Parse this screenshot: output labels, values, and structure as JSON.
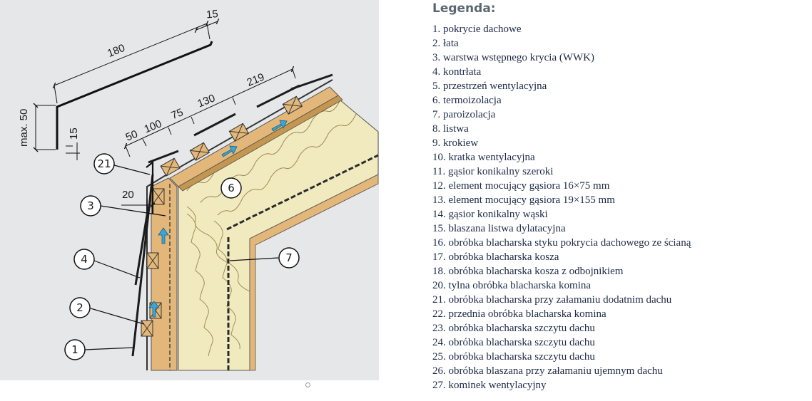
{
  "legend": {
    "title": "Legenda:",
    "items": [
      "1. pokrycie dachowe",
      "2. łata",
      "3. warstwa wstępnego krycia (WWK)",
      "4. kontrłata",
      "5. przestrzeń wentylacyjna",
      "6. termoizolacja",
      "7. paroizolacja",
      "8. listwa",
      "9. krokiew",
      "10. kratka wentylacyjna",
      "11. gąsior konikalny szeroki",
      "12. element mocujący gąsiora 16×75 mm",
      "13. element mocujący gąsiora 19×155 mm",
      "14. gąsior konikalny wąski",
      "15. blaszana listwa dylatacyjna",
      "16. obróbka blacharska styku pokrycia dachowego ze ścianą",
      "17. obróbka blacharska kosza",
      "18. obróbka blacharska kosza z odbojnikiem",
      "20. tylna obróbka blacharska komina",
      "21. obróbka blacharska przy załamaniu dodatnim dachu",
      "22. przednia obróbka blacharska komina",
      "23. obróbka blacharska szczytu dachu",
      "24. obróbka blacharska szczytu dachu",
      "25. obróbka blacharska szczytu dachu",
      "26. obróbka blaszana przy załamaniu ujemnym dachu",
      "27. kominek wentylacyjny"
    ]
  },
  "diagram": {
    "callouts": {
      "c21": "21",
      "c3": "3",
      "c4": "4",
      "c2": "2",
      "c1": "1",
      "c6": "6",
      "c7": "7"
    },
    "dimensions": {
      "d15_top": "15",
      "d180": "180",
      "d_max50": "max. 50",
      "d15_left": "15",
      "d50": "50",
      "d100": "100",
      "d75": "75",
      "d130": "130",
      "d219": "219",
      "d20": "20"
    }
  },
  "colors": {
    "panel": "#e6e7e9",
    "timber": "#e3b77a",
    "insulation": "#f2eabf",
    "arrow": "#3aa6d8",
    "legend_text": "#1d2a45",
    "legend_title": "#5a6672"
  }
}
